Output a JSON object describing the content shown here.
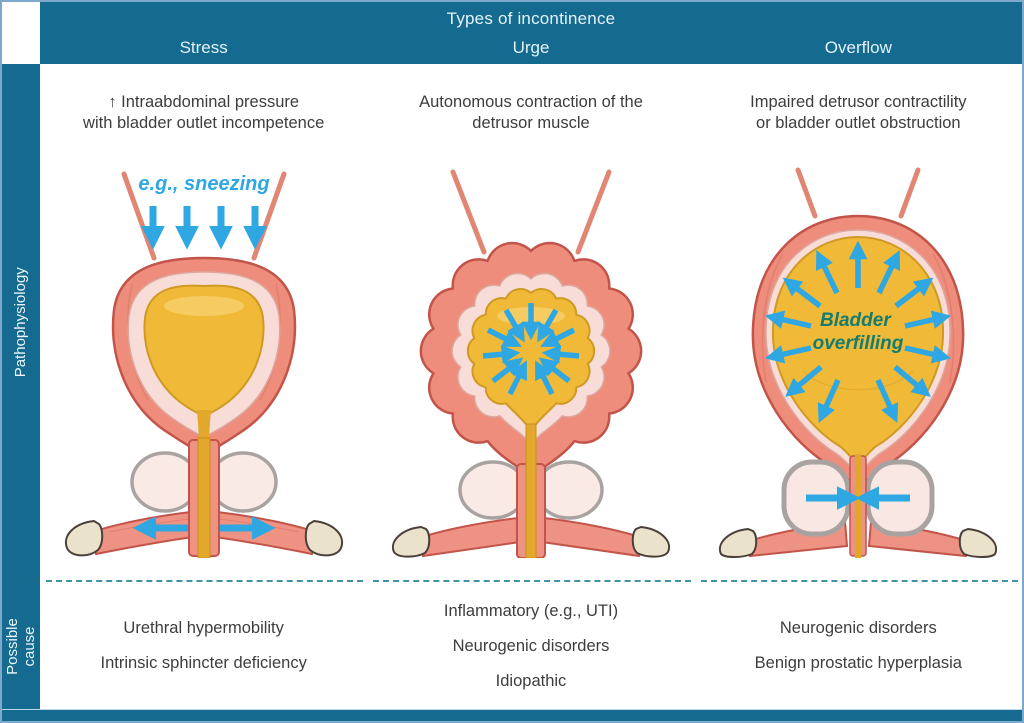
{
  "colors": {
    "teal_band": "#156a8f",
    "frame_border": "#7fa9cc",
    "arrow_blue": "#2ea7e2",
    "divider_teal": "#3f93a6",
    "overfill_label_green": "#177c6d",
    "body_text": "#3d3d3d",
    "bladder_wall": "#ee8d7c",
    "bladder_lining": "#f8dcd8",
    "urine_gold": "#f0ba38",
    "prostate_outline_gray": "#a8a3a0",
    "bone_beige": "#ebe2cc"
  },
  "header": {
    "title": "Types of incontinence",
    "columns": [
      "Stress",
      "Urge",
      "Overflow"
    ]
  },
  "sidebar": {
    "pathophysiology": "Pathophysiology",
    "possible_cause_lines": [
      "Possible",
      "cause"
    ]
  },
  "columns": [
    {
      "name": "Stress",
      "patho": [
        "↑ Intraabdominal pressure",
        "with bladder outlet incompetence"
      ],
      "label": "e.g., sneezing",
      "causes": [
        "Urethral hypermobility",
        "Intrinsic sphincter deficiency"
      ]
    },
    {
      "name": "Urge",
      "patho": [
        "Autonomous contraction of the",
        "detrusor muscle"
      ],
      "causes": [
        "Inflammatory (e.g., UTI)",
        "Neurogenic disorders",
        "Idiopathic"
      ]
    },
    {
      "name": "Overflow",
      "patho": [
        "Impaired detrusor contractility",
        "or bladder outlet obstruction"
      ],
      "label_lines": [
        "Bladder",
        "overfilling"
      ],
      "causes": [
        "Neurogenic disorders",
        "Benign prostatic hyperplasia"
      ]
    }
  ]
}
